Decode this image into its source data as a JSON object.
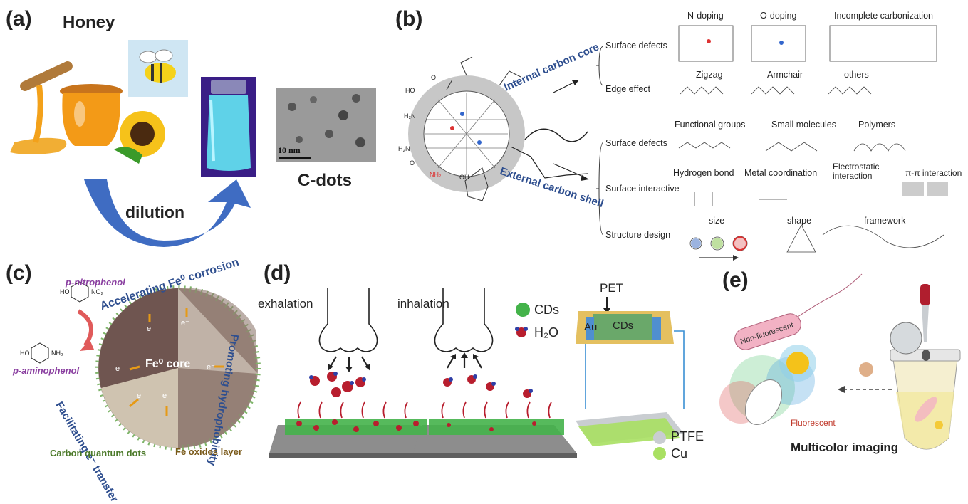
{
  "panel_a": {
    "label": "(a)",
    "title": "Honey",
    "arrow_text": "dilution",
    "tem_scale": "10 nm",
    "tem_caption": "C-dots"
  },
  "panel_b": {
    "label": "(b)",
    "core_label": "Internal carbon core",
    "shell_label": "External carbon shell",
    "core_branches": [
      "Surface defects",
      "Edge effect"
    ],
    "shell_branches": [
      "Surface defects",
      "Surface interactive",
      "Structure design"
    ],
    "core_defects": [
      "N-doping",
      "O-doping",
      "Incomplete carbonization"
    ],
    "edge_types": [
      "Zigzag",
      "Armchair",
      "others"
    ],
    "shell_defects": [
      "Functional groups",
      "Small molecules",
      "Polymers"
    ],
    "interactions": [
      "Hydrogen bond",
      "Metal coordination",
      "Electrostatic interaction",
      "π-π interaction"
    ],
    "designs": [
      "size",
      "shape",
      "framework"
    ],
    "atoms": [
      "HO",
      "O",
      "H₂N",
      "H₂N",
      "O",
      "NH₂",
      "OH"
    ]
  },
  "panel_c": {
    "label": "(c)",
    "pnp": "p-nitrophenol",
    "pap": "p-aminophenol",
    "pnp_formula_l": "HO",
    "pnp_formula_r": "NO₂",
    "pap_formula_l": "HO",
    "pap_formula_r": "NH₂",
    "core": "Fe⁰ core",
    "electron": "e⁻",
    "arc_top": "Accelerating Fe⁰ corrosion",
    "arc_left": "Facilitating e⁻ transfer",
    "arc_right": "Promoting hydrophobicity",
    "legend_cqd": "Carbon quantum dots",
    "legend_fe": "Fe oxides layer"
  },
  "panel_d": {
    "label": "(d)",
    "exhalation": "exhalation",
    "inhalation": "inhalation",
    "legend_cds": "CDs",
    "legend_h2o": "H₂O",
    "pet": "PET",
    "au": "Au",
    "cds_device": "CDs",
    "ptfe": "PTFE",
    "cu": "Cu"
  },
  "panel_e": {
    "label": "(e)",
    "non_fluorescent": "Non-fluorescent",
    "fluorescent": "Fluorescent",
    "caption": "Multicolor imaging"
  },
  "colors": {
    "accent_blue": "#2f4f8f",
    "purple": "#8a3fa0",
    "green_text": "#4c7a2a",
    "brown_text": "#7a5a1a",
    "cd_green": "#44b34a",
    "h2o_red": "#b81e2e"
  }
}
